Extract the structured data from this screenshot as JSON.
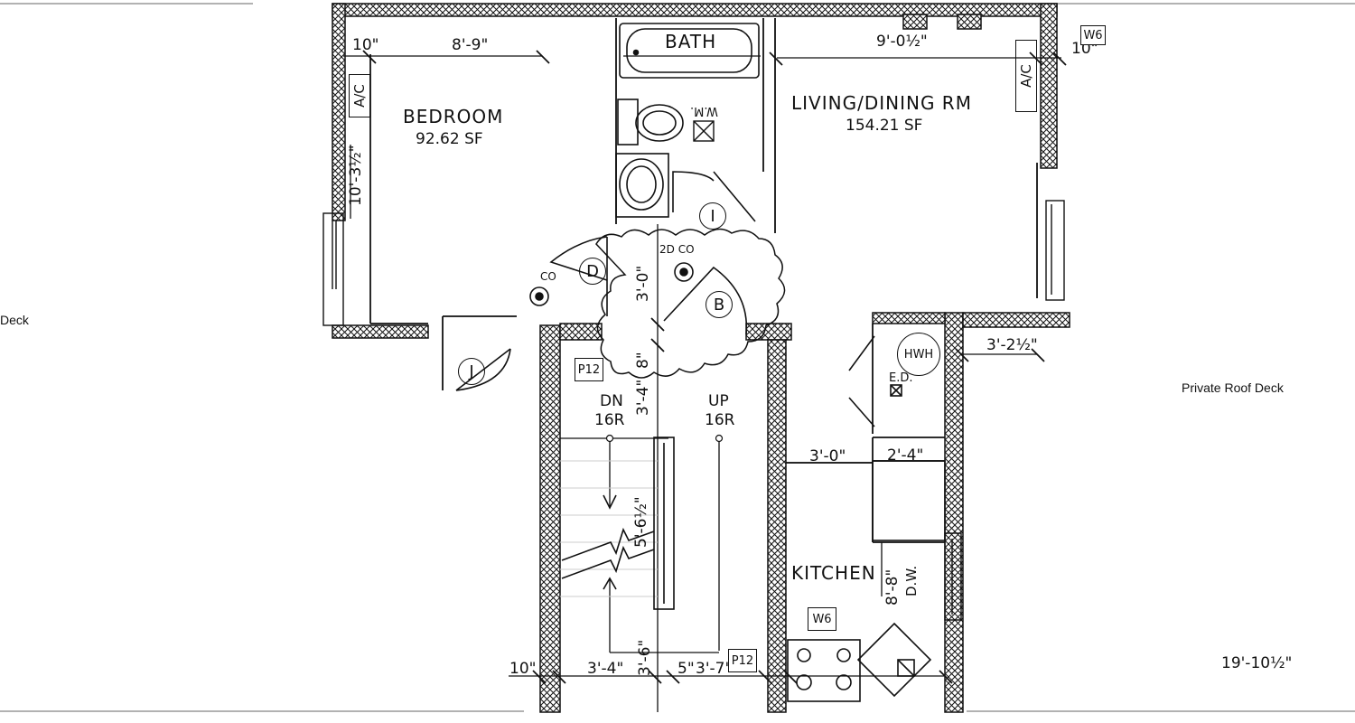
{
  "rooms": {
    "bedroom": {
      "name": "BEDROOM",
      "area": "92.62 SF"
    },
    "living": {
      "name": "LIVING/DINING RM",
      "area": "154.21 SF"
    },
    "bath": {
      "name": "BATH"
    },
    "kitchen": {
      "name": "KITCHEN"
    }
  },
  "decks": {
    "left": "Deck",
    "right": "Private Roof Deck"
  },
  "dimensions": {
    "bed_width": "8'-9\"",
    "wall_left_top": "10\"",
    "bed_depth": "10'-3½\"",
    "living_width": "9'-0½\"",
    "wall_right_top": "10\"",
    "stair_head": "3'-0\"",
    "stair_mid": "3'-4\"",
    "stair_mid2": "8\"",
    "stair_run": "5'-6½\"",
    "stair_bottom": "3'-6\"",
    "kitchen_width": "3'-0\"",
    "pantry_width": "2'-4\"",
    "right_notch": "3'-2½\"",
    "kitchen_depth": "8'-8\"",
    "bottom_wall": "10\"",
    "bottom_a": "3'-4\"",
    "bottom_b": "5\"",
    "bottom_c": "3'-7\"",
    "total_width": "19'-10½\""
  },
  "stairs": {
    "down": "DN",
    "down_risers": "16R",
    "up": "UP",
    "up_risers": "16R"
  },
  "doors": [
    "D",
    "B",
    "I",
    "J"
  ],
  "fixtures": {
    "wm": "W.M.",
    "ed": "E.D.",
    "hwh": "HWH",
    "dw": "D.W.",
    "co1": "CO",
    "co2": "2D CO",
    "ac": "A/C",
    "w6": "W6",
    "p12": "P12"
  },
  "colors": {
    "line": "#111111",
    "paper": "#ffffff"
  }
}
